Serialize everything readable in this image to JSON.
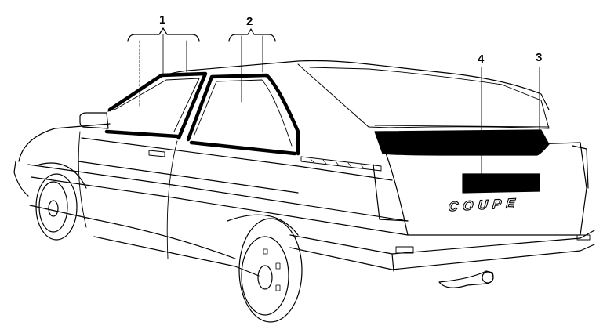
{
  "diagram": {
    "subject": "Hatchback coupe car, rear three-quarter view (line drawing)",
    "badge_text": "COUPE",
    "colors": {
      "line": "#000000",
      "background": "#ffffff",
      "highlight_fill": "#000000"
    },
    "callouts": [
      {
        "id": "1",
        "label": "1",
        "part": "Front side window seals (door and quarter)"
      },
      {
        "id": "2",
        "label": "2",
        "part": "Rear side quarter window seal"
      },
      {
        "id": "3",
        "label": "3",
        "part": "Rear hatch window seal"
      },
      {
        "id": "4",
        "label": "4",
        "part": "Licence plate panel"
      }
    ]
  }
}
